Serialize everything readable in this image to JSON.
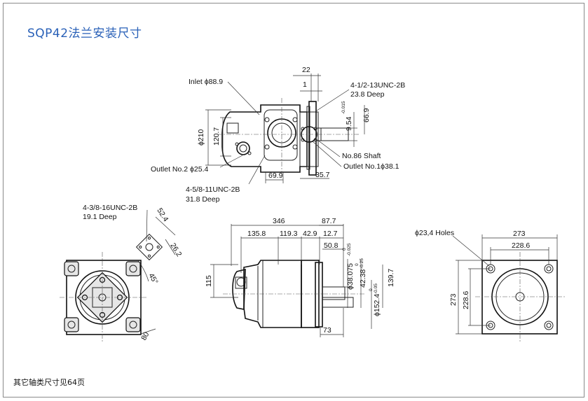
{
  "title": "SQP42法兰安装尺寸",
  "footnote": "其它轴类尺寸见64页",
  "top_view": {
    "inlet": "Inlet ϕ88.9",
    "outlet2": "Outlet No.2 ϕ25.4",
    "outlet1": "Outlet No.1ϕ38.1",
    "bolt_spec": "4-5/8-11UNC-2B",
    "bolt_depth": "31.8 Deep",
    "flange_bolt_spec": "4-1/2-13UNC-2B",
    "flange_bolt_depth": "23.8 Deep",
    "shaft": "No.86 Shaft",
    "d210": "ϕ210",
    "d120_7": "120.7",
    "d69_9": "69.9",
    "d35_7": "35.7",
    "d22": "22",
    "d1": "1",
    "d9_54": "9.54",
    "d9_54_tol": "-0.015",
    "d66_9": "66.9"
  },
  "left_view": {
    "bolt_spec": "4-3/8-16UNC-2B",
    "bolt_depth": "19.1 Deep",
    "d52_4": "52.4",
    "d26_2": "26.2",
    "angle": "45°",
    "d80": "80"
  },
  "side_view": {
    "d346": "346",
    "d87_7": "87.7",
    "d135_8": "135.8",
    "d119_3": "119.3",
    "d42_9": "42.9",
    "d12_7": "12.7",
    "d50_8": "50.8",
    "d38_075": "ϕ38.075",
    "d38_075_tol": "-0.025",
    "d42_38": "42.38",
    "d42_38_tol_top": "0",
    "d42_38_tol": "-0.25",
    "d152_4": "ϕ152.4",
    "d152_4_tol_top": "0",
    "d152_4_tol": "-0.05",
    "d139_7": "139.7",
    "d115": "115",
    "d73": "73",
    "tol_zero": "0"
  },
  "end_view": {
    "holes": "ϕ23,4 Holes",
    "d273_top": "273",
    "d228_6_top": "228.6",
    "d273_side": "273",
    "d228_6_side": "228.6"
  }
}
